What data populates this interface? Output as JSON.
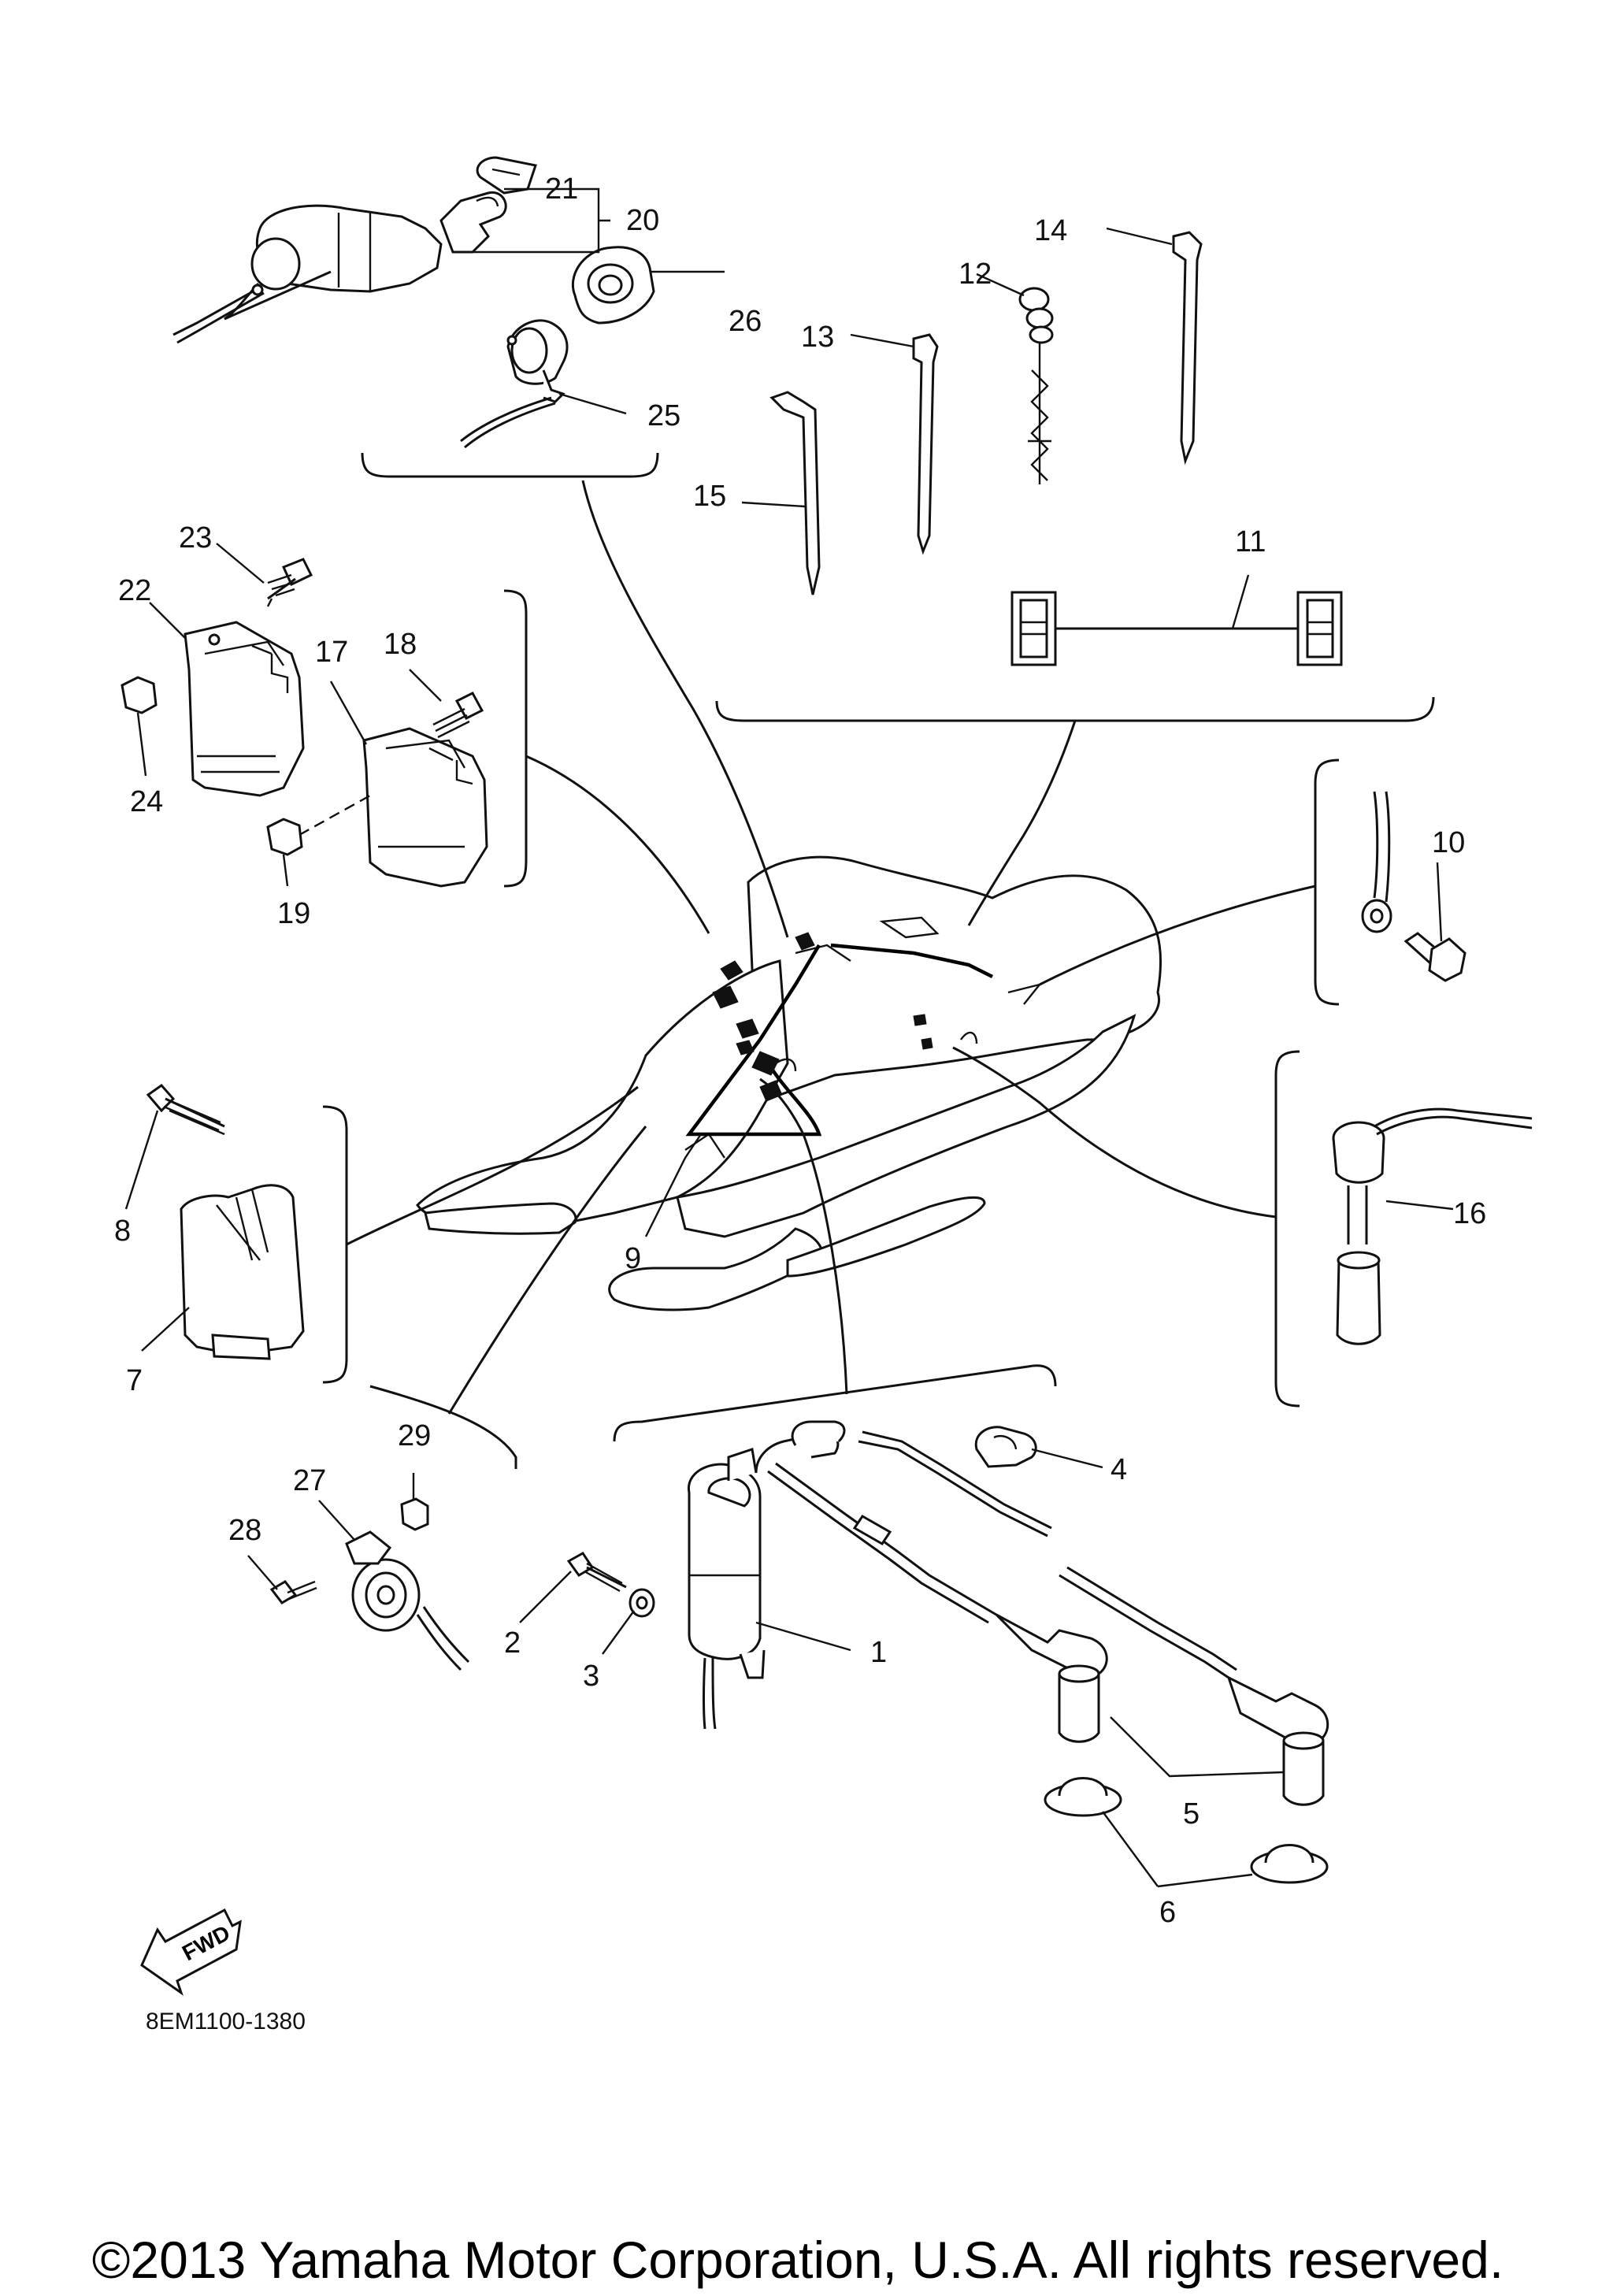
{
  "diagram": {
    "part_code": "8EM1100-1380",
    "fwd_label": "FWD",
    "copyright": "©2013 Yamaha Motor Corporation, U.S.A. All rights reserved.",
    "callouts": [
      "1",
      "2",
      "3",
      "4",
      "5",
      "6",
      "7",
      "8",
      "9",
      "10",
      "11",
      "12",
      "13",
      "14",
      "15",
      "16",
      "17",
      "18",
      "19",
      "20",
      "21",
      "22",
      "23",
      "24",
      "25",
      "26",
      "27",
      "28",
      "29"
    ]
  }
}
